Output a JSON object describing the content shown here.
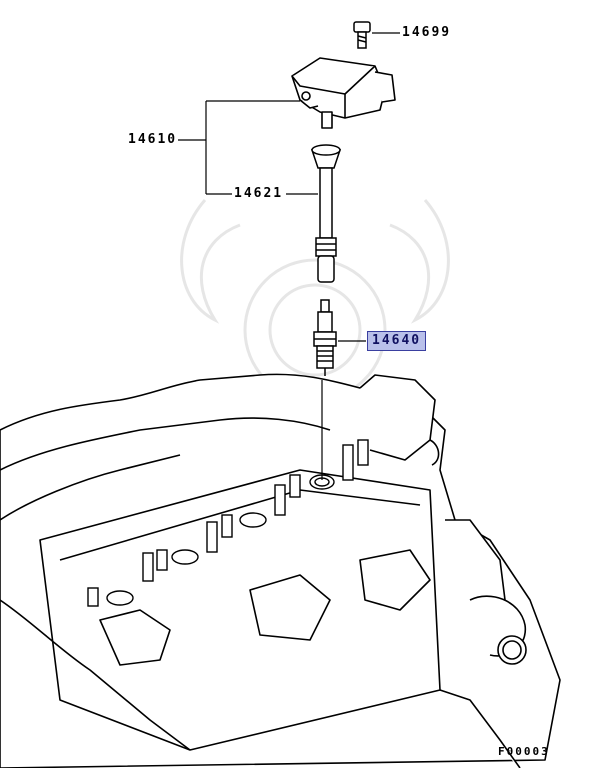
{
  "labels": {
    "bolt": "14699",
    "coil_assembly": "14610",
    "coil_boot": "14621",
    "spark_plug": "14640",
    "figure_code": "F00003"
  },
  "colors": {
    "line": "#000000",
    "highlight_fill": "#b9c0ea",
    "highlight_border": "#3a3fa0",
    "watermark": "#e6e6e6"
  }
}
